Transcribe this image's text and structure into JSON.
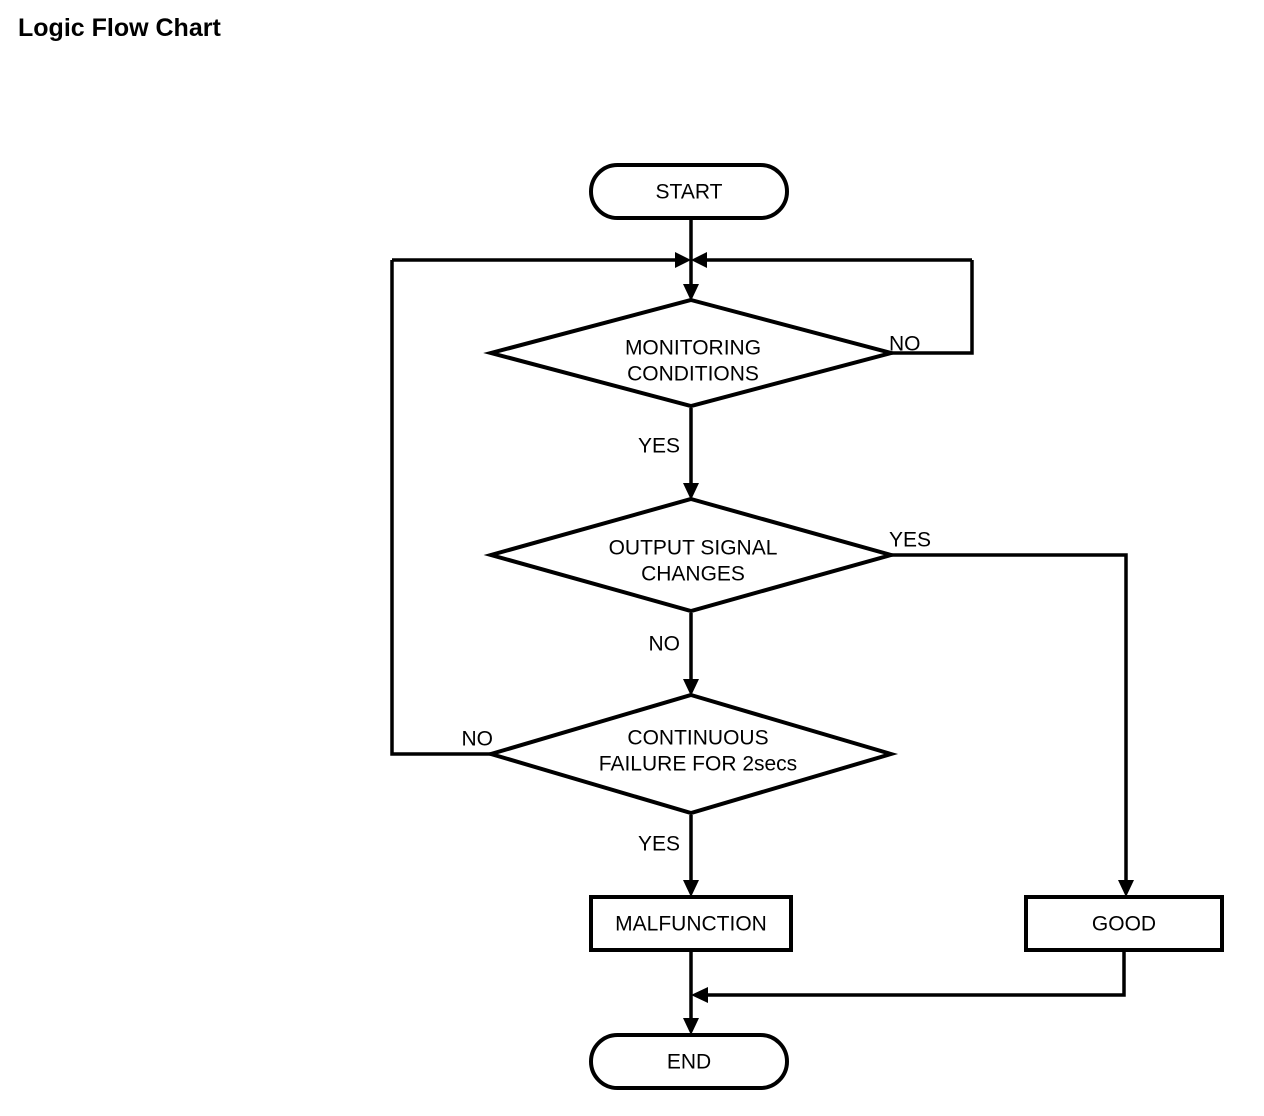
{
  "title": "Logic Flow Chart",
  "diagram": {
    "type": "flowchart",
    "nodes": {
      "start": {
        "label": "START",
        "shape": "stadium"
      },
      "decision_monitoring": {
        "label_line1": "MONITORING",
        "label_line2": "CONDITIONS",
        "shape": "diamond"
      },
      "decision_output": {
        "label_line1": "OUTPUT SIGNAL",
        "label_line2": "CHANGES",
        "shape": "diamond"
      },
      "decision_failure": {
        "label_line1": "CONTINUOUS",
        "label_line2": "FAILURE FOR 2secs",
        "shape": "diamond"
      },
      "malfunction": {
        "label": "MALFUNCTION",
        "shape": "rectangle"
      },
      "good": {
        "label": "GOOD",
        "shape": "rectangle"
      },
      "end": {
        "label": "END",
        "shape": "stadium"
      }
    },
    "edge_labels": {
      "monitoring_no": "NO",
      "monitoring_yes": "YES",
      "output_yes": "YES",
      "output_no": "NO",
      "failure_no": "NO",
      "failure_yes": "YES"
    },
    "colors": {
      "stroke": "#000000",
      "fill": "#ffffff",
      "text": "#000000",
      "background": "#ffffff"
    }
  }
}
